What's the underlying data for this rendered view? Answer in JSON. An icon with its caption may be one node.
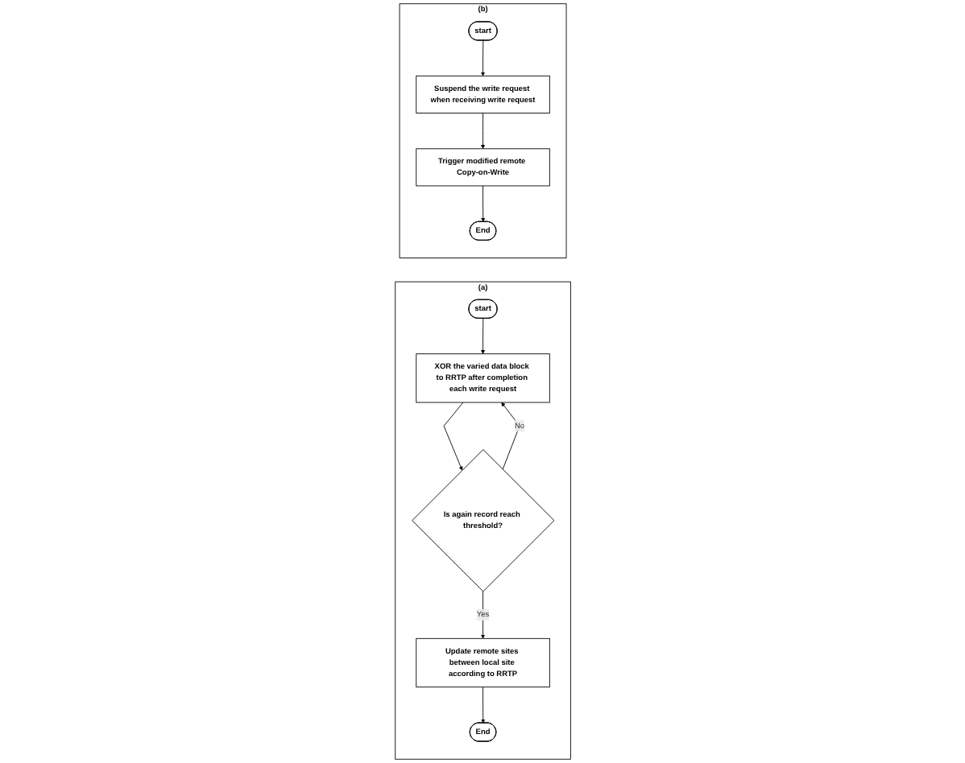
{
  "diagram": {
    "nodes": [
      {
        "text": [
          "(a)"
        ]
      },
      {
        "text": [
          "start"
        ],
        "in": 0
      },
      {
        "text": [
          "XOR the varied data block to RRTP after completion each write request"
        ],
        "in": 0
      },
      {
        "text": [
          "Is again record reach threshold?"
        ],
        "in": 0
      },
      {
        "text": [
          "Update remote sites between local site according to RRTP"
        ],
        "in": 0
      },
      {
        "text": [
          "End"
        ],
        "in": 0
      },
      {
        "text": [
          "(b)"
        ]
      },
      {
        "text": [
          "start"
        ],
        "in": 6
      },
      {
        "text": [
          "Suspend the write request when receiving write request"
        ],
        "in": 6
      },
      {
        "text": [
          "Trigger modified remote Copy-on-Write"
        ],
        "in": 6
      },
      {
        "text": [
          "End"
        ],
        "in": 6
      }
    ],
    "edges": [
      {
        "from": 1,
        "to": 2,
        "arrow": "to"
      },
      {
        "from": 2,
        "to": 3,
        "arrow": "to"
      },
      {
        "from": 3,
        "to": 2,
        "arrow": "to",
        "label": "No"
      },
      {
        "from": 3,
        "to": 4,
        "arrow": "to",
        "label": "Yes"
      },
      {
        "from": 4,
        "to": 5,
        "arrow": "to"
      },
      {
        "from": 7,
        "to": 8,
        "arrow": "to"
      },
      {
        "from": 8,
        "to": 9,
        "arrow": "to"
      },
      {
        "from": 9,
        "to": 10,
        "arrow": "to"
      }
    ]
  }
}
